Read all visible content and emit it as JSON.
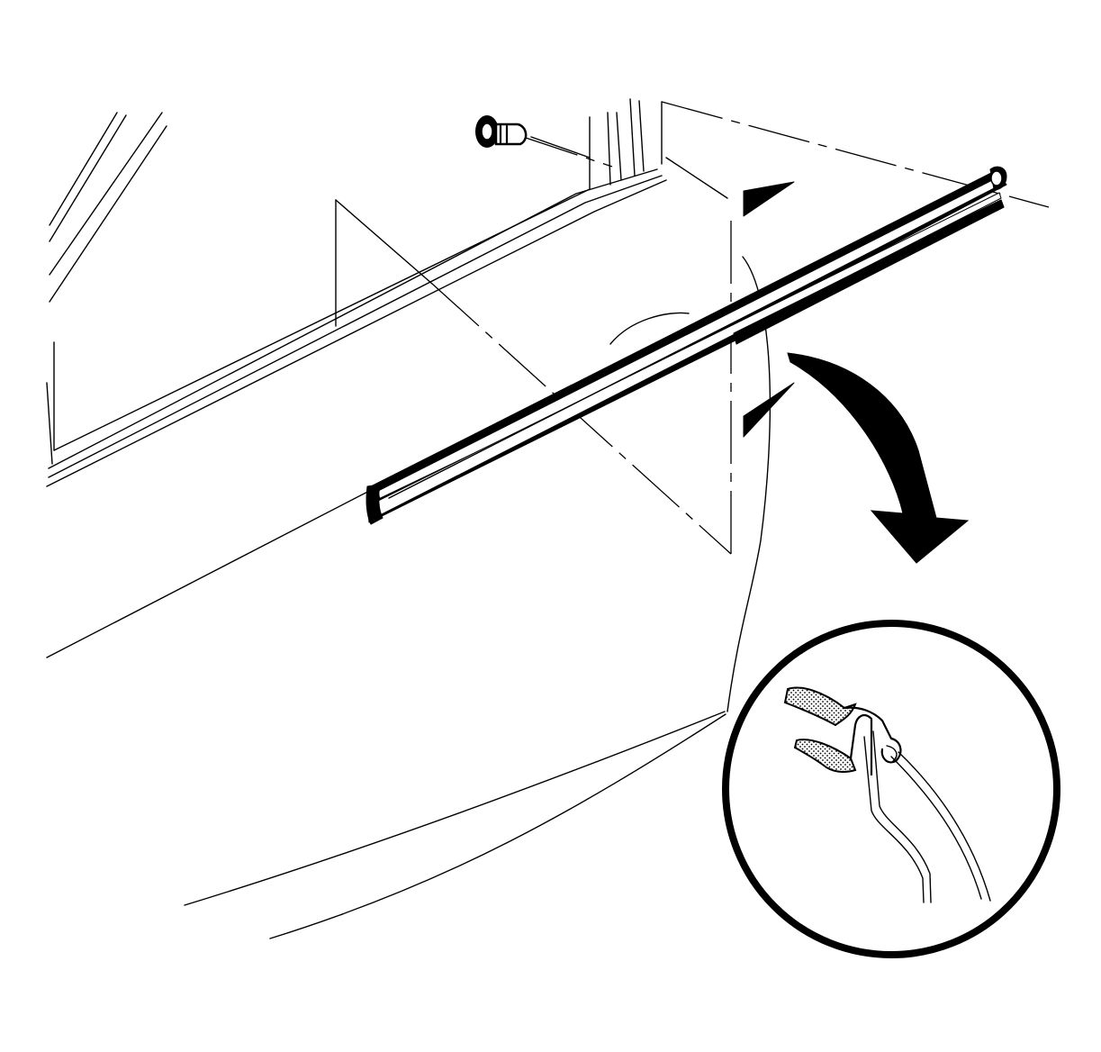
{
  "diagram": {
    "type": "exploded-view line illustration",
    "parts": [
      "door-glass-frame",
      "door-panel",
      "window-belt-weatherstrip",
      "push-pin-fastener",
      "detail-callout"
    ],
    "colors": {
      "line": "#000000",
      "background": "#ffffff"
    },
    "text_labels": []
  }
}
